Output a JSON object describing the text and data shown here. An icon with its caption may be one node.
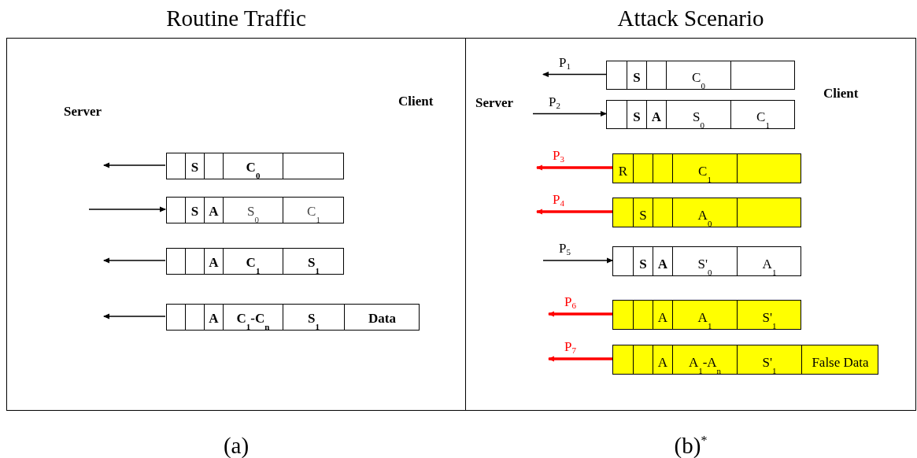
{
  "diagram": {
    "nodes": [
      {
        "text": [
          "Routine Traffic"
        ],
        "beside": [
          "(a)"
        ]
      },
      {
        "text": [
          "Server"
        ],
        "in": 0
      },
      {
        "text": [
          "Client"
        ],
        "in": 0
      },
      {
        "text": [],
        "shape": "bar",
        "in": 0
      },
      {
        "text": [],
        "shape": "box",
        "in": 3
      },
      {
        "text": [
          "S"
        ],
        "in": 3
      },
      {
        "text": [],
        "shape": "box",
        "in": 3
      },
      {
        "text": [
          "C$_{0}$"
        ],
        "in": 3
      },
      {
        "text": [],
        "shape": "box",
        "in": 3
      },
      {
        "text": [],
        "shape": "bar",
        "in": 0
      },
      {
        "text": [],
        "shape": "box",
        "in": 9
      },
      {
        "text": [
          "S"
        ],
        "in": 9
      },
      {
        "text": [
          "A"
        ],
        "in": 9
      },
      {
        "text": [
          "S$_{0}$"
        ],
        "in": 9
      },
      {
        "text": [
          "C$_{1}$"
        ],
        "in": 9
      },
      {
        "text": [],
        "shape": "bar",
        "in": 0
      },
      {
        "text": [],
        "shape": "box",
        "in": 15
      },
      {
        "text": [],
        "shape": "box",
        "in": 15
      },
      {
        "text": [
          "A"
        ],
        "in": 15
      },
      {
        "text": [
          "C$_{1}$"
        ],
        "in": 15
      },
      {
        "text": [
          "S$_{1}$"
        ],
        "in": 15
      },
      {
        "text": [],
        "shape": "bar",
        "in": 0
      },
      {
        "text": [],
        "shape": "box",
        "in": 21
      },
      {
        "text": [],
        "shape": "box",
        "in": 21
      },
      {
        "text": [
          "A"
        ],
        "in": 21
      },
      {
        "text": [
          "C$_{1}$-C$_{n}$"
        ],
        "in": 21
      },
      {
        "text": [
          "S$_{1}$"
        ],
        "in": 21
      },
      {
        "text": [
          "Data"
        ],
        "in": 21
      },
      {
        "text": [
          "Attack Scenario"
        ],
        "beside": [
          "(b)$^{*}$"
        ]
      },
      {
        "text": [
          "Server"
        ],
        "in": 28
      },
      {
        "text": [
          "Client"
        ],
        "in": 28
      },
      {
        "text": [],
        "shape": "bar",
        "in": 28
      },
      {
        "text": [],
        "shape": "box",
        "in": 31
      },
      {
        "text": [
          "S"
        ],
        "in": 31
      },
      {
        "text": [],
        "shape": "box",
        "in": 31
      },
      {
        "text": [
          "C$_{0}$"
        ],
        "in": 31
      },
      {
        "text": [],
        "shape": "box",
        "in": 31
      },
      {
        "text": [],
        "shape": "bar",
        "in": 28
      },
      {
        "text": [],
        "shape": "box",
        "in": 37
      },
      {
        "text": [
          "S"
        ],
        "in": 37
      },
      {
        "text": [
          "A"
        ],
        "in": 37
      },
      {
        "text": [
          "S$_{0}$"
        ],
        "in": 37
      },
      {
        "text": [
          "C$_{1}$"
        ],
        "in": 37
      },
      {
        "text": [],
        "shape": "bar",
        "in": 28
      },
      {
        "text": [
          "R"
        ],
        "in": 43
      },
      {
        "text": [],
        "shape": "box",
        "in": 43
      },
      {
        "text": [],
        "shape": "box",
        "in": 43
      },
      {
        "text": [
          "C$_{1}$"
        ],
        "in": 43
      },
      {
        "text": [],
        "shape": "box",
        "in": 43
      },
      {
        "text": [],
        "shape": "bar",
        "in": 28
      },
      {
        "text": [],
        "shape": "box",
        "in": 49
      },
      {
        "text": [
          "S"
        ],
        "in": 49
      },
      {
        "text": [],
        "shape": "box",
        "in": 49
      },
      {
        "text": [
          "A$_{0}$"
        ],
        "in": 49
      },
      {
        "text": [],
        "shape": "box",
        "in": 49
      },
      {
        "text": [],
        "shape": "bar",
        "in": 28
      },
      {
        "text": [],
        "shape": "box",
        "in": 55
      },
      {
        "text": [
          "S"
        ],
        "in": 55
      },
      {
        "text": [
          "A"
        ],
        "in": 55
      },
      {
        "text": [
          "S'$_{0}$"
        ],
        "in": 55
      },
      {
        "text": [
          "A$_{1}$"
        ],
        "in": 55
      },
      {
        "text": [],
        "shape": "bar",
        "in": 28
      },
      {
        "text": [],
        "shape": "box",
        "in": 61
      },
      {
        "text": [],
        "shape": "box",
        "in": 61
      },
      {
        "text": [
          "A"
        ],
        "in": 61
      },
      {
        "text": [
          "A$_{1}$"
        ],
        "in": 61
      },
      {
        "text": [
          "S'$_{1}$"
        ],
        "in": 61
      },
      {
        "text": [],
        "shape": "bar",
        "in": 28
      },
      {
        "text": [],
        "shape": "box",
        "in": 67
      },
      {
        "text": [],
        "shape": "box",
        "in": 67
      },
      {
        "text": [
          "A"
        ],
        "in": 67
      },
      {
        "text": [
          "A$_{1}$-A$_{n}$"
        ],
        "in": 67
      },
      {
        "text": [
          "S'$_{1}$"
        ],
        "in": 67
      },
      {
        "text": [
          "False Data"
        ],
        "in": 67
      }
    ],
    "edges": [
      {
        "from": 3,
        "to": null,
        "arrow": "to"
      },
      {
        "from": null,
        "to": 9,
        "arrow": "to"
      },
      {
        "from": 15,
        "to": null,
        "arrow": "to"
      },
      {
        "from": 21,
        "to": null,
        "arrow": "to"
      },
      {
        "from": 31,
        "to": null,
        "arrow": "to",
        "label": "P$_{1}$"
      },
      {
        "from": null,
        "to": 37,
        "arrow": "to",
        "label": "P$_{2}$"
      },
      {
        "from": 43,
        "to": null,
        "arrow": "to",
        "label": "P$_{3}$",
        "style": "thick",
        "color": "#ff0000"
      },
      {
        "from": 49,
        "to": null,
        "arrow": "to",
        "label": "P$_{4}$",
        "style": "thick",
        "color": "#ff0000"
      },
      {
        "from": null,
        "to": 55,
        "arrow": "to",
        "label": "P$_{5}$"
      },
      {
        "from": 61,
        "to": null,
        "arrow": "to",
        "label": "P$_{6}$",
        "style": "thick",
        "color": "#ff0000"
      },
      {
        "from": 67,
        "to": null,
        "arrow": "to",
        "label": "P$_{7}$",
        "style": "thick",
        "color": "#ff0000"
      }
    ]
  }
}
